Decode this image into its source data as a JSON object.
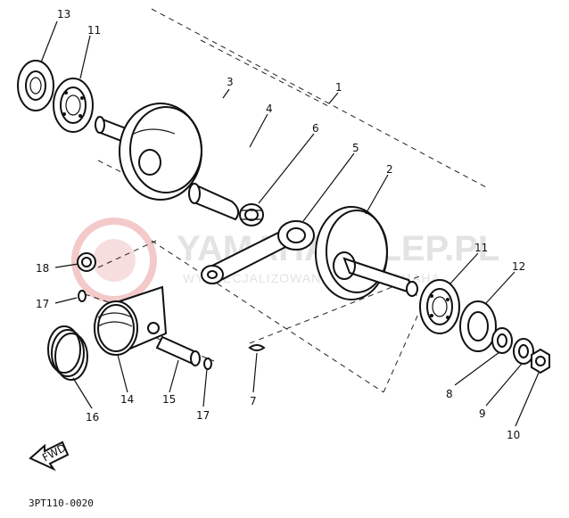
{
  "diagram": {
    "callouts": [
      "1",
      "2",
      "3",
      "4",
      "5",
      "6",
      "7",
      "8",
      "9",
      "10",
      "11",
      "11",
      "12",
      "13",
      "14",
      "15",
      "16",
      "17",
      "17",
      "18"
    ],
    "figure_code": "3PT110-0020",
    "fwd_label": "FWD",
    "watermark": {
      "brand": "YAMAHASKLEP.PL",
      "tagline": "WYSPECJALIZOWANY SKLEP YAMAHA"
    }
  }
}
